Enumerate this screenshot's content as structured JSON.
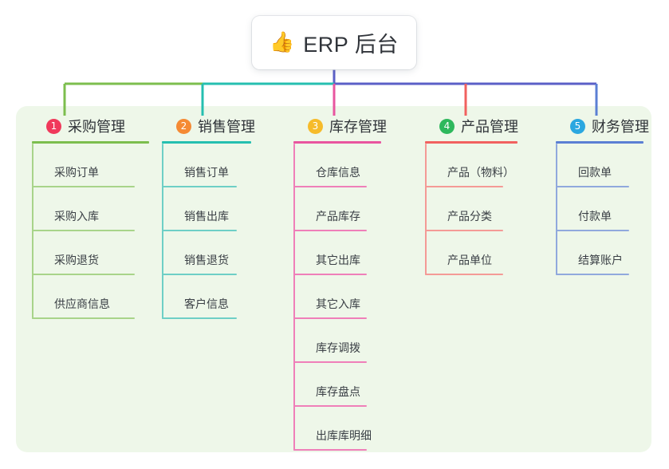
{
  "root": {
    "emoji": "👍",
    "emoji_name": "thumbs-up-icon",
    "title": "ERP 后台"
  },
  "colors": {
    "panel_bg": "#eef7e9",
    "page_bg": "#ffffff",
    "trunk": "#5b5fc7",
    "branch_1": "#7cbe4e",
    "branch_2": "#25bfb0",
    "branch_3": "#e8559f",
    "branch_4": "#f1615f",
    "branch_5": "#5b7fd4",
    "badge_1": "#f0395b",
    "badge_2": "#f58a34",
    "badge_3": "#f6bb2a",
    "badge_4": "#2eb85c",
    "badge_5": "#2ba7e0",
    "leaf_1": "#a8d48a",
    "leaf_2": "#6ecfc6",
    "leaf_3": "#ef7fb9",
    "leaf_4": "#f49a96",
    "leaf_5": "#90a9dd"
  },
  "columns": [
    {
      "number": "1",
      "title": "采购管理",
      "badge_color": "#f0395b",
      "rule_color": "#7cbe4e",
      "leaf_color": "#a8d48a",
      "items": [
        {
          "label": "采购订单"
        },
        {
          "label": "采购入库"
        },
        {
          "label": "采购退货"
        },
        {
          "label": "供应商信息"
        }
      ]
    },
    {
      "number": "2",
      "title": "销售管理",
      "badge_color": "#f58a34",
      "rule_color": "#25bfb0",
      "leaf_color": "#6ecfc6",
      "items": [
        {
          "label": "销售订单"
        },
        {
          "label": "销售出库"
        },
        {
          "label": "销售退货"
        },
        {
          "label": "客户信息"
        }
      ]
    },
    {
      "number": "3",
      "title": "库存管理",
      "badge_color": "#f6bb2a",
      "rule_color": "#e8559f",
      "leaf_color": "#ef7fb9",
      "items": [
        {
          "label": "仓库信息"
        },
        {
          "label": "产品库存"
        },
        {
          "label": "其它出库"
        },
        {
          "label": "其它入库"
        },
        {
          "label": "库存调拨"
        },
        {
          "label": "库存盘点"
        },
        {
          "label": "出库库明细"
        }
      ]
    },
    {
      "number": "4",
      "title": "产品管理",
      "badge_color": "#2eb85c",
      "rule_color": "#f1615f",
      "leaf_color": "#f49a96",
      "items": [
        {
          "label": "产品（物料）"
        },
        {
          "label": "产品分类"
        },
        {
          "label": "产品单位"
        }
      ]
    },
    {
      "number": "5",
      "title": "财务管理",
      "badge_color": "#2ba7e0",
      "rule_color": "#5b7fd4",
      "leaf_color": "#90a9dd",
      "items": [
        {
          "label": "回款单"
        },
        {
          "label": "付款单"
        },
        {
          "label": "结算账户"
        }
      ]
    }
  ]
}
